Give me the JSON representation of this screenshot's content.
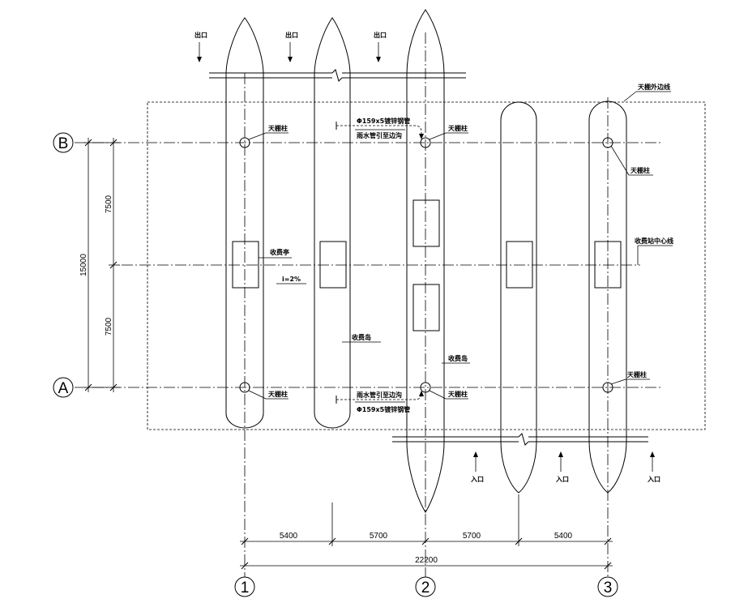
{
  "labels": {
    "exit": "出口",
    "entry": "入口",
    "canopy_edge": "天棚外边线",
    "canopy_column": "天棚柱",
    "toll_booth": "收费亭",
    "toll_island": "收费岛",
    "station_centerline": "收费站中心线",
    "pipe_spec": "Φ159x5镀锌钢管",
    "drain_note": "雨水管引至边沟",
    "slope": "i=2%"
  },
  "axes": {
    "row_b": "B",
    "row_a": "A",
    "col_1": "1",
    "col_2": "2",
    "col_3": "3"
  },
  "dimensions": {
    "total_vertical": "15000",
    "upper_half": "7500",
    "lower_half": "7500",
    "span_1": "5400",
    "span_2": "5700",
    "span_3": "5700",
    "span_4": "5400",
    "total_horizontal": "22200"
  }
}
